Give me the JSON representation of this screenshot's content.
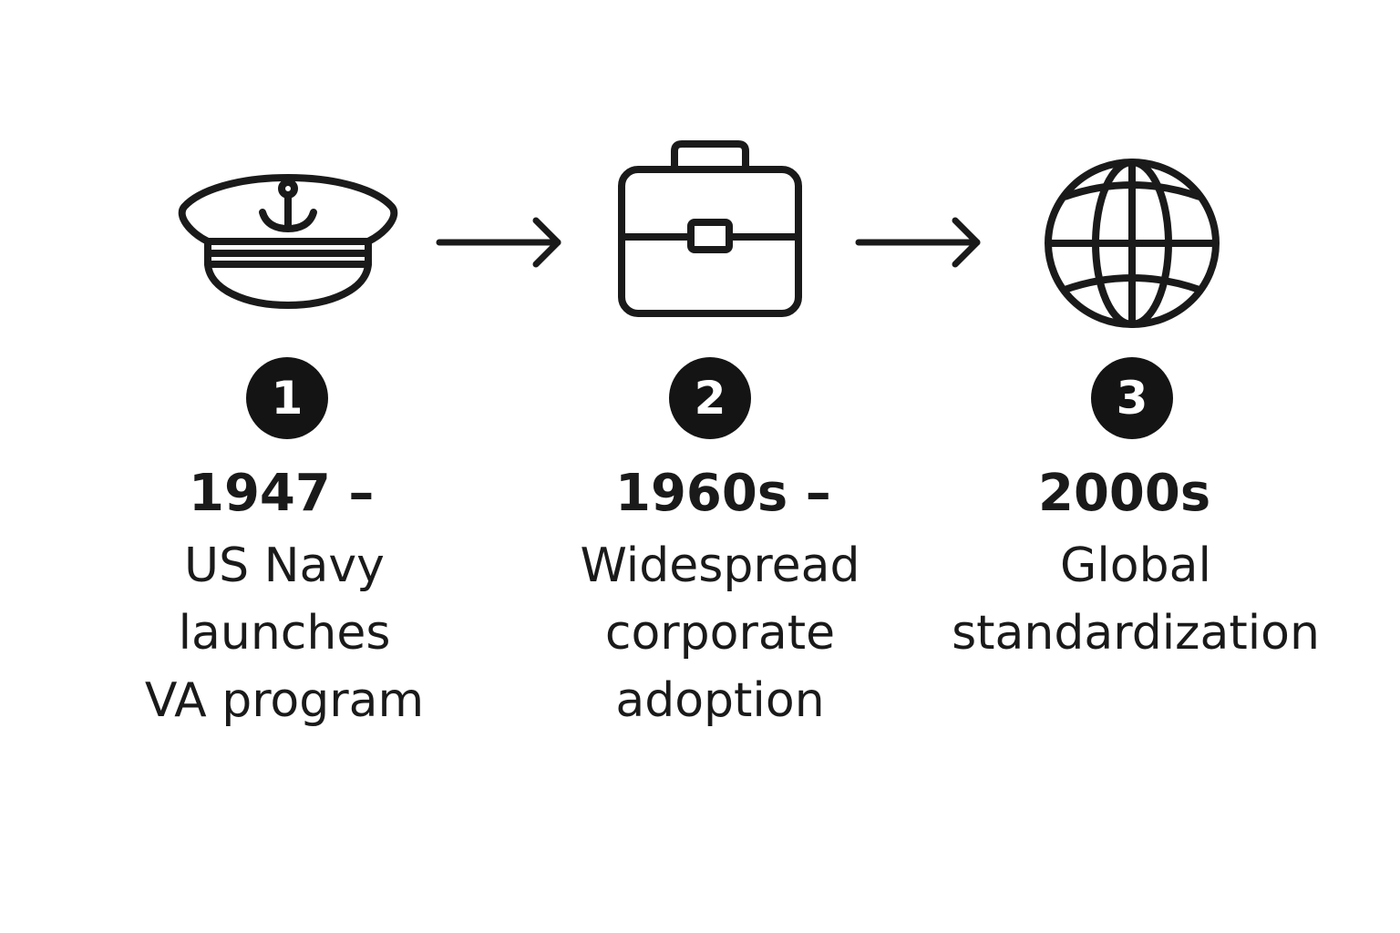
{
  "steps": [
    {
      "number": "1",
      "year": "1947 –",
      "icon": "navy-cap-icon",
      "lines": [
        "US Navy",
        "launches",
        "VA program"
      ]
    },
    {
      "number": "2",
      "year": "1960s –",
      "icon": "briefcase-icon",
      "lines": [
        "Widespread",
        "corporate",
        "adoption"
      ]
    },
    {
      "number": "3",
      "year": "2000s",
      "icon": "globe-icon",
      "lines": [
        "Global",
        "standardization"
      ]
    }
  ],
  "colors": {
    "ink": "#1a1a1a",
    "badge": "#141414",
    "background": "#ffffff"
  }
}
